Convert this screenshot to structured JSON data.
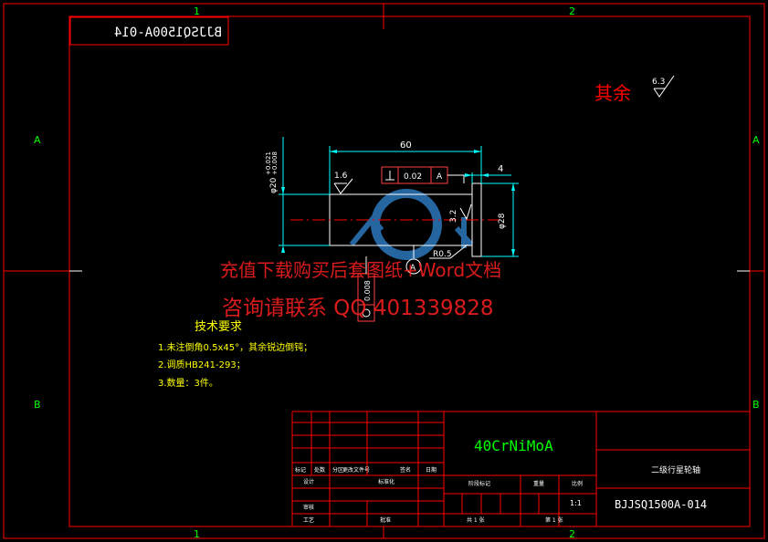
{
  "zones": {
    "columns": [
      "1",
      "2"
    ],
    "rows": [
      "A",
      "B"
    ]
  },
  "mirrored_code": "BJJSQ1500A-014",
  "roughness_note": {
    "text": "其余",
    "value": "6.3"
  },
  "dimensions": {
    "length": "60",
    "shoulder": "4",
    "diameter_tol_upper": "+0.021",
    "diameter_tol_lower": "+0.008",
    "diameter": "φ20",
    "flange_diameter": "φ28",
    "radius": "R0.5",
    "roughness_left": "1.6",
    "roughness_right": "3.2",
    "perpendicularity_value": "0.02",
    "perpendicularity_datum": "A",
    "datum_label": "A",
    "cylindricity_value": "0.008"
  },
  "tech_requirements": {
    "title": "技术要求",
    "items": [
      "1.未注倒角0.5x45°，其余锐边倒钝；",
      "2.调质HB241-293；",
      "3.数量：3件。"
    ]
  },
  "watermark": {
    "line1": "充值下载购买后套图纸+Word文档",
    "line2": "咨询请联系 QQ 401339828"
  },
  "title_block": {
    "material": "40CrNiMoA",
    "part_name": "二级行星轮轴",
    "drawing_no": "BJJSQ1500A-014",
    "scale": "1:1",
    "labels": {
      "mark": "标记",
      "count": "处数",
      "zone": "分区",
      "change_doc": "更改文件号",
      "sign": "签名",
      "date": "日期",
      "design": "设计",
      "standardize": "标准化",
      "stage_mark": "阶段标记",
      "weight": "重量",
      "scale": "比例",
      "review": "审核",
      "process": "工艺",
      "approve": "批准",
      "sheets_total": "共 1 张",
      "sheet_no": "第 1 张"
    }
  },
  "colors": {
    "background": "#000000",
    "frame": "#ff0000",
    "part": "#ffffff",
    "dimension": "#00ffff",
    "text_green": "#00ff00",
    "text_yellow": "#ffff00",
    "red_text": "#ff0000",
    "watermark": "#ff2020",
    "logo": "#2f7fc8"
  }
}
